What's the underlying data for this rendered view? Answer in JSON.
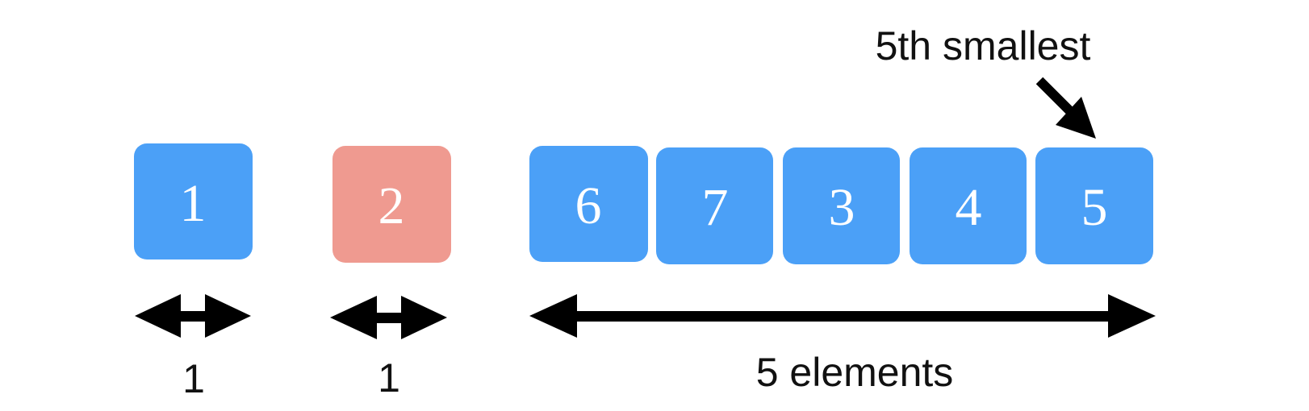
{
  "colors": {
    "box_default": "#4ba0f7",
    "box_highlight": "#ef9a90",
    "arrow": "#000000",
    "label_text": "#ffffff",
    "caption_text": "#111111"
  },
  "boxes": [
    {
      "label": "1",
      "highlight": false
    },
    {
      "label": "2",
      "highlight": true
    },
    {
      "label": "6",
      "highlight": false
    },
    {
      "label": "7",
      "highlight": false
    },
    {
      "label": "3",
      "highlight": false
    },
    {
      "label": "4",
      "highlight": false
    },
    {
      "label": "5",
      "highlight": false
    }
  ],
  "annotations": {
    "pointer_label": "5th smallest"
  },
  "spans": [
    {
      "label": "1"
    },
    {
      "label": "1"
    },
    {
      "label": "5 elements"
    }
  ]
}
